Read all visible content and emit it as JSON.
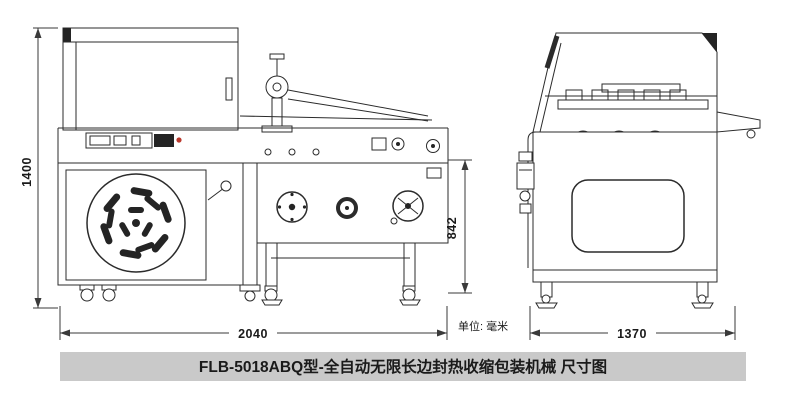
{
  "title_banner": {
    "text": "FLB-5018ABQ型-全自动无限长边封热收缩包装机械 尺寸图",
    "bg_color": "#c9c9c9"
  },
  "unit_label": "单位: 毫米",
  "dimensions": {
    "overall_height_mm": "1400",
    "overall_length_mm": "2040",
    "conveyor_height_mm": "842",
    "machine_depth_mm": "1370"
  },
  "colors": {
    "line": "#2b2b2b",
    "banner_bg": "#c9c9c9"
  }
}
